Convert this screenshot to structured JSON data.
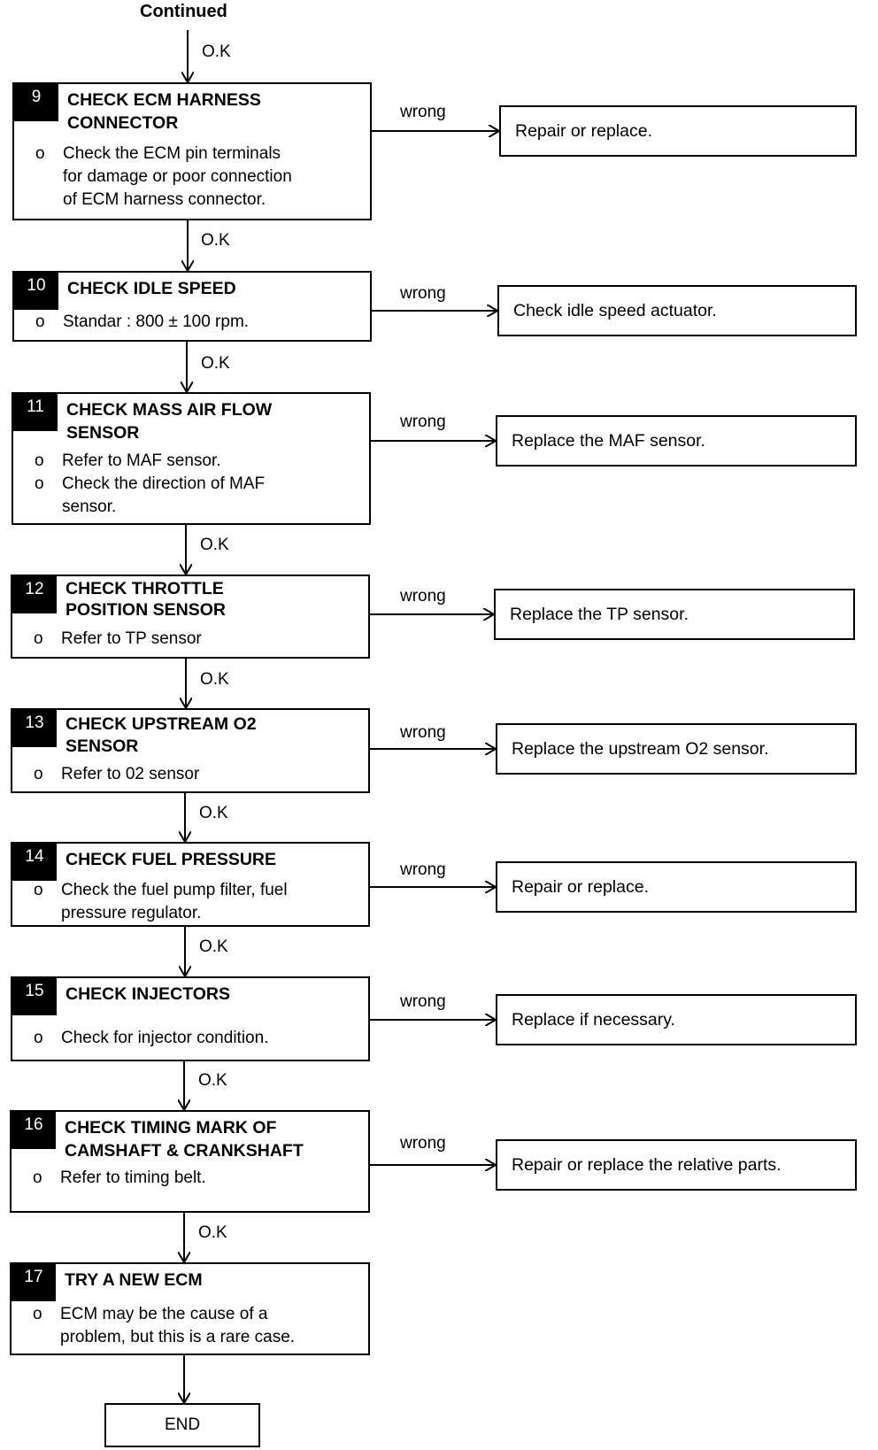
{
  "header": "Continued",
  "ok_label": "O.K",
  "wrong_label": "wrong",
  "bullet_marker": "o",
  "end_label": "END",
  "steps": [
    {
      "num": "9",
      "title": "CHECK ECM HARNESS\nCONNECTOR",
      "bullets": [
        "Check the ECM pin terminals\nfor damage or poor connection\nof ECM harness connector."
      ],
      "result": "Repair or replace."
    },
    {
      "num": "10",
      "title": "CHECK IDLE SPEED",
      "bullets": [
        "Standar : 800 ± 100 rpm."
      ],
      "result": "Check idle speed actuator."
    },
    {
      "num": "11",
      "title": "CHECK MASS AIR FLOW\nSENSOR",
      "bullets": [
        "Refer to MAF sensor.",
        "Check the direction of MAF\nsensor."
      ],
      "result": "Replace the MAF sensor."
    },
    {
      "num": "12",
      "title": "CHECK THROTTLE\nPOSITION SENSOR",
      "bullets": [
        "Refer to TP sensor"
      ],
      "result": "Replace the TP sensor."
    },
    {
      "num": "13",
      "title": "CHECK UPSTREAM O2\nSENSOR",
      "bullets": [
        "Refer to 02 sensor"
      ],
      "result": "Replace the upstream O2 sensor."
    },
    {
      "num": "14",
      "title": "CHECK FUEL PRESSURE",
      "bullets": [
        "Check the fuel pump filter, fuel\npressure regulator."
      ],
      "result": "Repair or replace."
    },
    {
      "num": "15",
      "title": "CHECK INJECTORS",
      "bullets": [
        "Check for injector condition."
      ],
      "result": "Replace if necessary."
    },
    {
      "num": "16",
      "title": "CHECK TIMING MARK OF\nCAMSHAFT & CRANKSHAFT",
      "bullets": [
        "Refer to timing belt."
      ],
      "result": "Repair or replace the relative parts."
    },
    {
      "num": "17",
      "title": "TRY A NEW ECM",
      "bullets": [
        "ECM may be the cause of a\nproblem, but this is a rare case."
      ],
      "result": ""
    }
  ]
}
